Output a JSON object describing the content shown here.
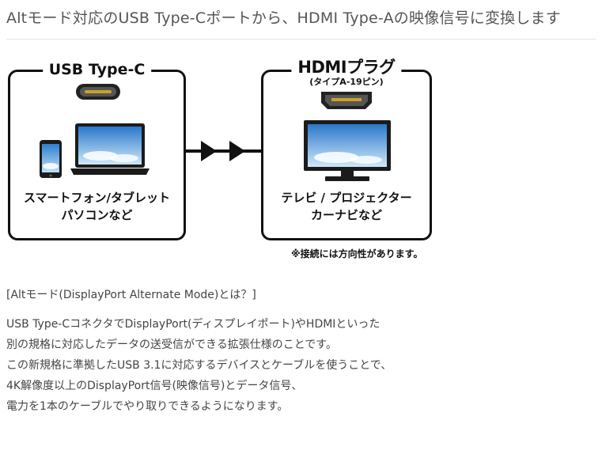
{
  "heading": "Altモード対応のUSB Type-Cポートから、HDMI Type-Aの映像信号に変換します",
  "diagram": {
    "left_box": {
      "label": "USB Type-C",
      "caption_lines": [
        "スマートフォン/タブレット",
        "パソコンなど"
      ]
    },
    "right_box": {
      "label": "HDMIプラグ",
      "sublabel": "(タイプA-19ピン)",
      "caption_lines": [
        "テレビ / プロジェクター",
        "カーナビなど"
      ]
    },
    "note": "※接続には方向性があります。",
    "colors": {
      "screen_sky": "#3d8fd6",
      "outline": "#111111"
    }
  },
  "section_title": "[Altモード(DisplayPort Alternate Mode)とは？]",
  "body_lines": [
    "USB Type-CコネクタでDisplayPort(ディスプレイポート)やHDMIといった",
    "別の規格に対応したデータの送受信ができる拡張仕様のことです。",
    "この新規格に準拠したUSB 3.1に対応するデバイスとケーブルを使うことで、",
    "4K解像度以上のDisplayPort信号(映像信号)とデータ信号、",
    "電力を1本のケーブルでやり取りできるようになります。"
  ]
}
